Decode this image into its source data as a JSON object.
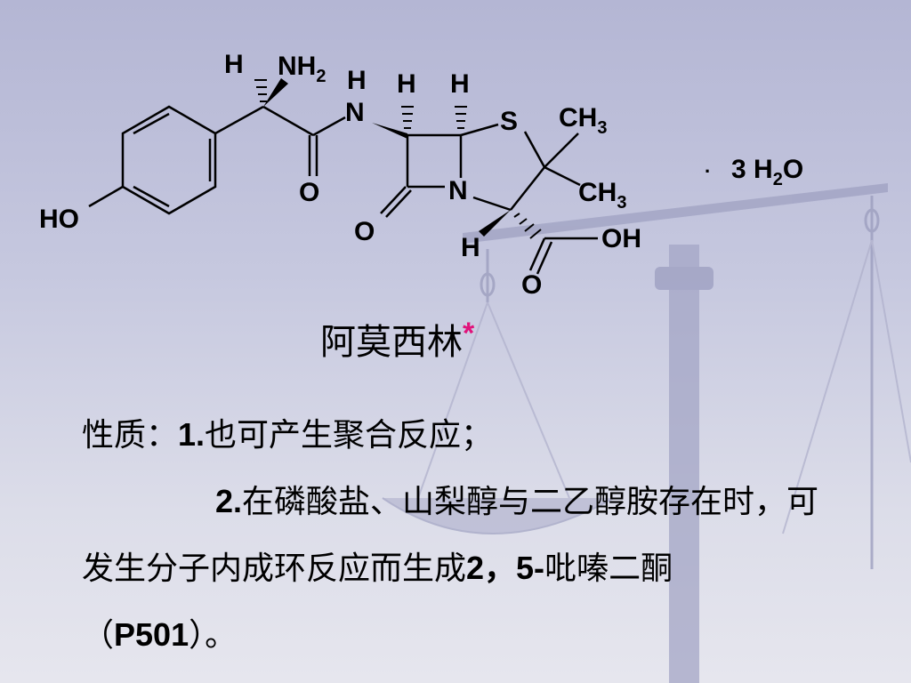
{
  "molecule": {
    "labels": {
      "h_alpha": "H",
      "nh2": "NH",
      "nh2_sub": "2",
      "h_n": "H",
      "n_amide": "N",
      "h_c6": "H",
      "h_c5": "H",
      "s": "S",
      "ch3_top": "CH",
      "ch3_top_sub": "3",
      "hydrate_dot": "·",
      "hydrate": "3 H",
      "hydrate_sub": "2",
      "hydrate_o": "O",
      "o_amide": "O",
      "n_ring": "N",
      "ch3_mid": "CH",
      "ch3_mid_sub": "3",
      "ho": "HO",
      "o_lactam": "O",
      "oh": "OH",
      "h_c3": "H",
      "o_acid": "O"
    }
  },
  "caption": {
    "name": "阿莫西林",
    "star": "*"
  },
  "properties": {
    "line1_prefix": "性质：",
    "line1_num": "1.",
    "line1_text": "也可产生聚合反应；",
    "line2_num": "2.",
    "line2_text": "在磷酸盐、山梨醇与二乙醇胺存在时，可发生分子内成环反应而生成",
    "line2_num2": "2，5-",
    "line2_text2": "吡嗪二酮（",
    "line2_ref": "P501",
    "line2_end": "）。"
  }
}
